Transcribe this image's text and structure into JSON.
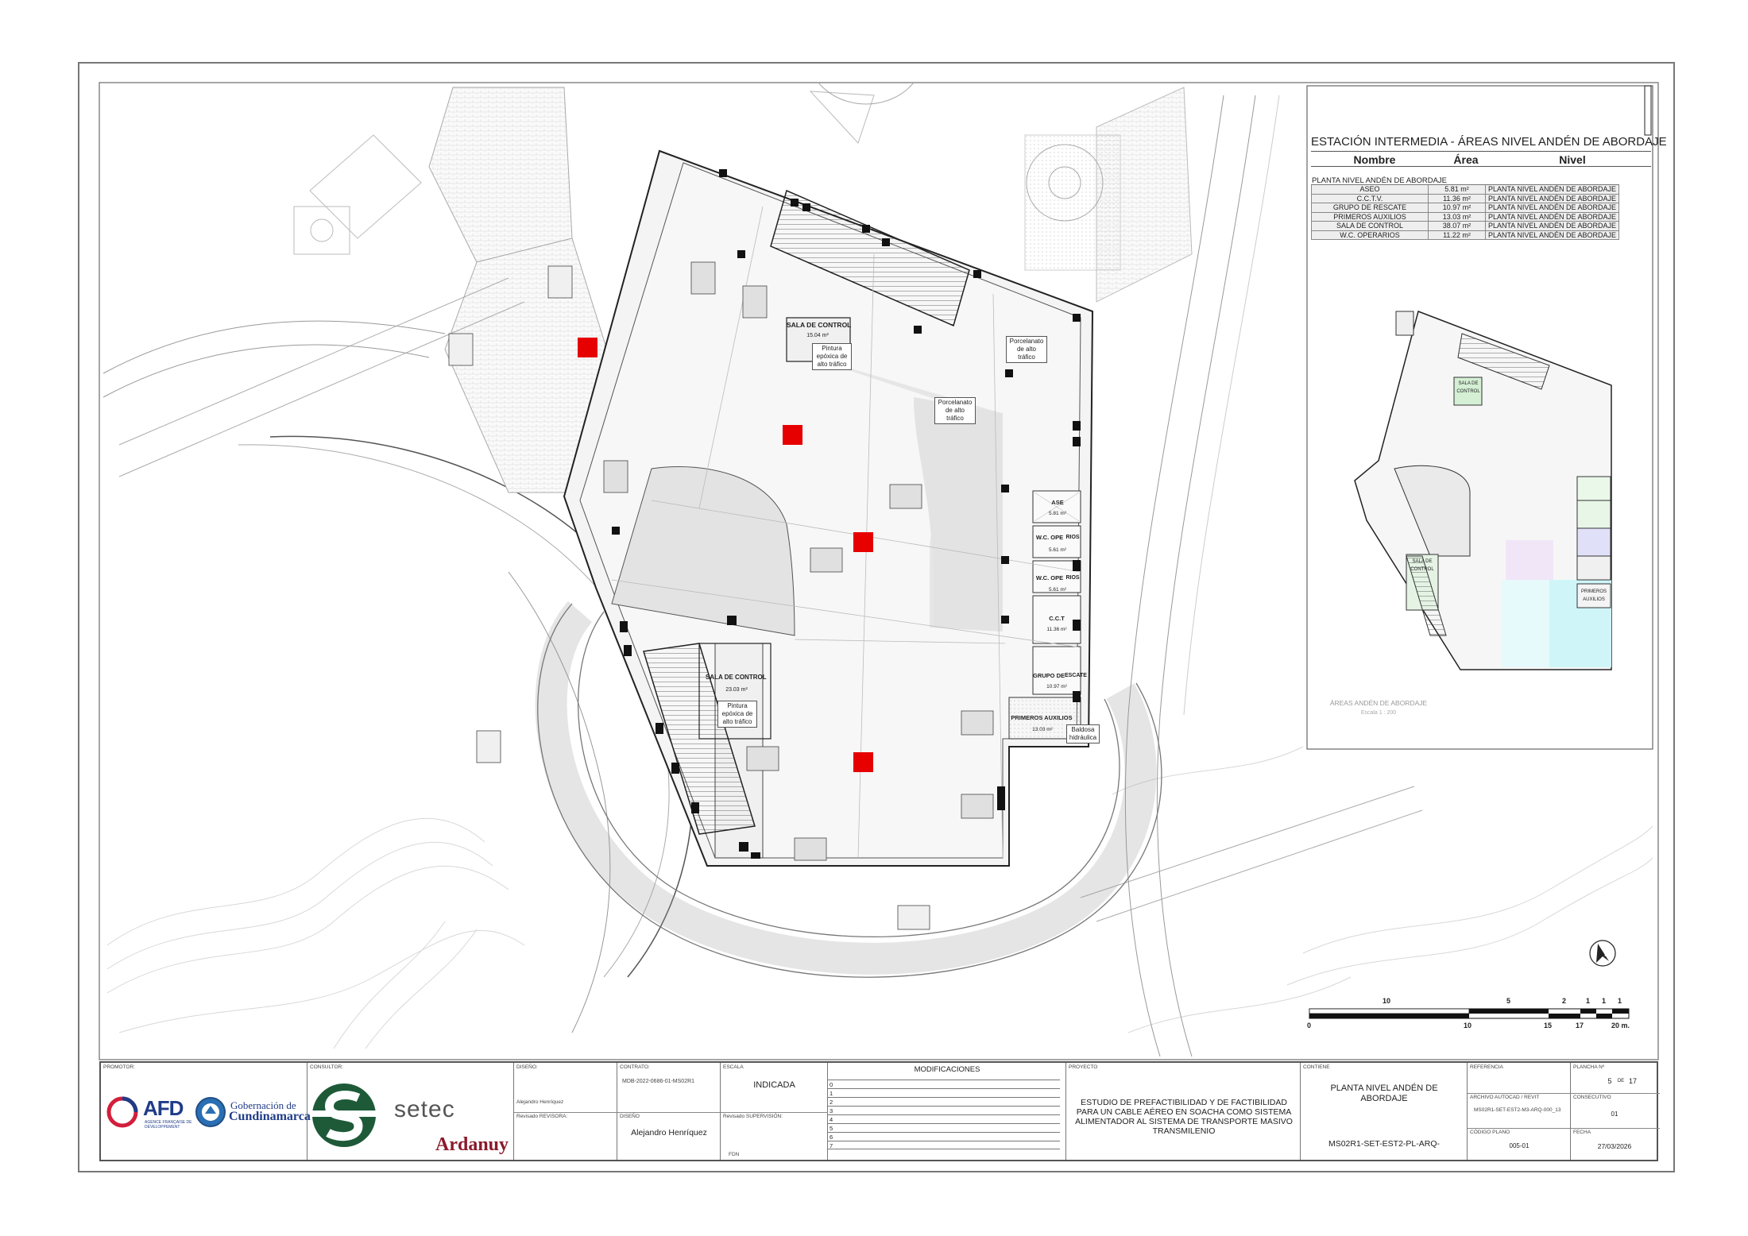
{
  "area_table": {
    "title": "ESTACIÓN INTERMEDIA - ÁREAS NIVEL ANDÉN DE ABORDAJE",
    "headers": [
      "Nombre",
      "Área",
      "Nivel"
    ],
    "group_label": "PLANTA NIVEL ANDÉN DE ABORDAJE",
    "rows": [
      {
        "nombre": "ASEO",
        "area": "5.81 m²",
        "nivel": "PLANTA NIVEL ANDÉN DE ABORDAJE"
      },
      {
        "nombre": "C.C.T.V.",
        "area": "11.36 m²",
        "nivel": "PLANTA NIVEL ANDÉN DE ABORDAJE"
      },
      {
        "nombre": "GRUPO DE RESCATE",
        "area": "10.97 m²",
        "nivel": "PLANTA NIVEL ANDÉN DE ABORDAJE"
      },
      {
        "nombre": "PRIMEROS AUXILIOS",
        "area": "13.03 m²",
        "nivel": "PLANTA NIVEL ANDÉN DE ABORDAJE"
      },
      {
        "nombre": "SALA DE CONTROL",
        "area": "38.07 m²",
        "nivel": "PLANTA NIVEL ANDÉN DE ABORDAJE"
      },
      {
        "nombre": "W.C. OPERARIOS",
        "area": "11.22 m²",
        "nivel": "PLANTA NIVEL ANDÉN DE ABORDAJE"
      }
    ]
  },
  "plan_labels": {
    "sala_control_1": "SALA DE CONTROL",
    "sala_control_1_area": "15.04 m²",
    "pintura_1": "Pintura epóxica de alto tráfico",
    "porcelanato_1": "Porcelanato de alto tráfico",
    "porcelanato_2": "Porcelanato de alto tráfico",
    "aseo": "ASE",
    "aseo_area": "5.81 m²",
    "wc_1": "W.C. OPE",
    "wc_1b": "RIOS",
    "wc_1_area": "5.61 m²",
    "wc_2": "W.C. OPE",
    "wc_2b": "RIOS",
    "wc_2_area": "5.61 m²",
    "cctv": "C.C.T",
    "cctv_area": "11.36 m²",
    "grupo": "GRUPO DE",
    "grupo_b": "ESCATE",
    "grupo_area": "10.97 m²",
    "primeros": "PRIMEROS AUXILIOS",
    "primeros_area": "13.03 m²",
    "baldosa": "Baldosa hidráulica",
    "sala_control_2": "SALA DE CONTROL",
    "sala_control_2_area": "23.03 m²",
    "pintura_2": "Pintura epóxica de alto tráfico"
  },
  "key_plan": {
    "sala_control_top": "SALA DE CONTROL",
    "sala_control_bottom": "SALA DE CONTROL",
    "primeros": "PRIMEROS AUXILIOS",
    "caption": "ÁREAS ANDÉN DE ABORDAJE",
    "scale": "Escala  1 : 200"
  },
  "scale_bar": {
    "top_labels": [
      "10",
      "5",
      "2",
      "1",
      "1",
      "1"
    ],
    "bottom_labels": [
      "0",
      "10",
      "15",
      "17",
      "20 m."
    ]
  },
  "title_block": {
    "promotor_label": "PROMOTOR:",
    "consultor_label": "CONSULTOR:",
    "afd_text": "AFD",
    "afd_sub": "AGENCE FRANÇAISE DE DÉVELOPPEMENT",
    "gobernacion_1": "Gobernación de",
    "gobernacion_2": "Cundinamarca",
    "setec": "setec",
    "ardanuy": "Ardanuy",
    "diseno_label": "DISEÑO:",
    "diseno_value": "Alejandro Henríquez",
    "revisado_revisora_label": "Revisado REVISORA:",
    "contrato_label": "CONTRATO:",
    "contrato_value": "MDB-2022-0686-01-MS02R1",
    "dibujo_label": "DISEÑO",
    "dibujo_value": "Alejandro Henríquez",
    "escala_label": "ESCALA",
    "escala_value": "INDICADA",
    "revisado_supervision_label": "Revisado SUPERVISIÓN:",
    "fdn": "FDN",
    "modificaciones_label": "MODIFICACIONES",
    "mod_rows": [
      "0",
      "1",
      "2",
      "3",
      "4",
      "5",
      "6",
      "7"
    ],
    "proyecto_label": "PROYECTO",
    "proyecto_value": "ESTUDIO DE PREFACTIBILIDAD Y DE FACTIBILIDAD PARA UN CABLE AÉREO EN SOACHA COMO SISTEMA ALIMENTADOR AL SISTEMA DE TRANSPORTE MASIVO TRANSMILENIO",
    "contiene_label": "CONTIENE",
    "contiene_value": "PLANTA NIVEL ANDÉN DE ABORDAJE",
    "plano_code": "MS02R1-SET-EST2-PL-ARQ-",
    "referencia_label": "REFERENCIA",
    "archivo_label": "ARCHIVO AUTOCAD / REVIT",
    "archivo_value": "MS02R1-SET-EST2-M3-ARQ-000_13",
    "codigo_label": "CÓDIGO PLANO",
    "codigo_value": "005-01",
    "plancha_label": "PLANCHA Nº",
    "plancha_value": "5",
    "plancha_de": "DE",
    "plancha_total": "17",
    "consecutivo_label": "CONSECUTIVO",
    "consecutivo_value": "01",
    "fecha_label": "FECHA",
    "fecha_value": "27/03/2026"
  },
  "colors": {
    "accent_red": "#e60000",
    "line": "#333333",
    "hatch": "#bbbbbb",
    "setec_green": "#1e5a38",
    "ardanuy_red": "#8b1a2b",
    "afd_red": "#d21f3c",
    "afd_blue": "#1f3c88"
  }
}
